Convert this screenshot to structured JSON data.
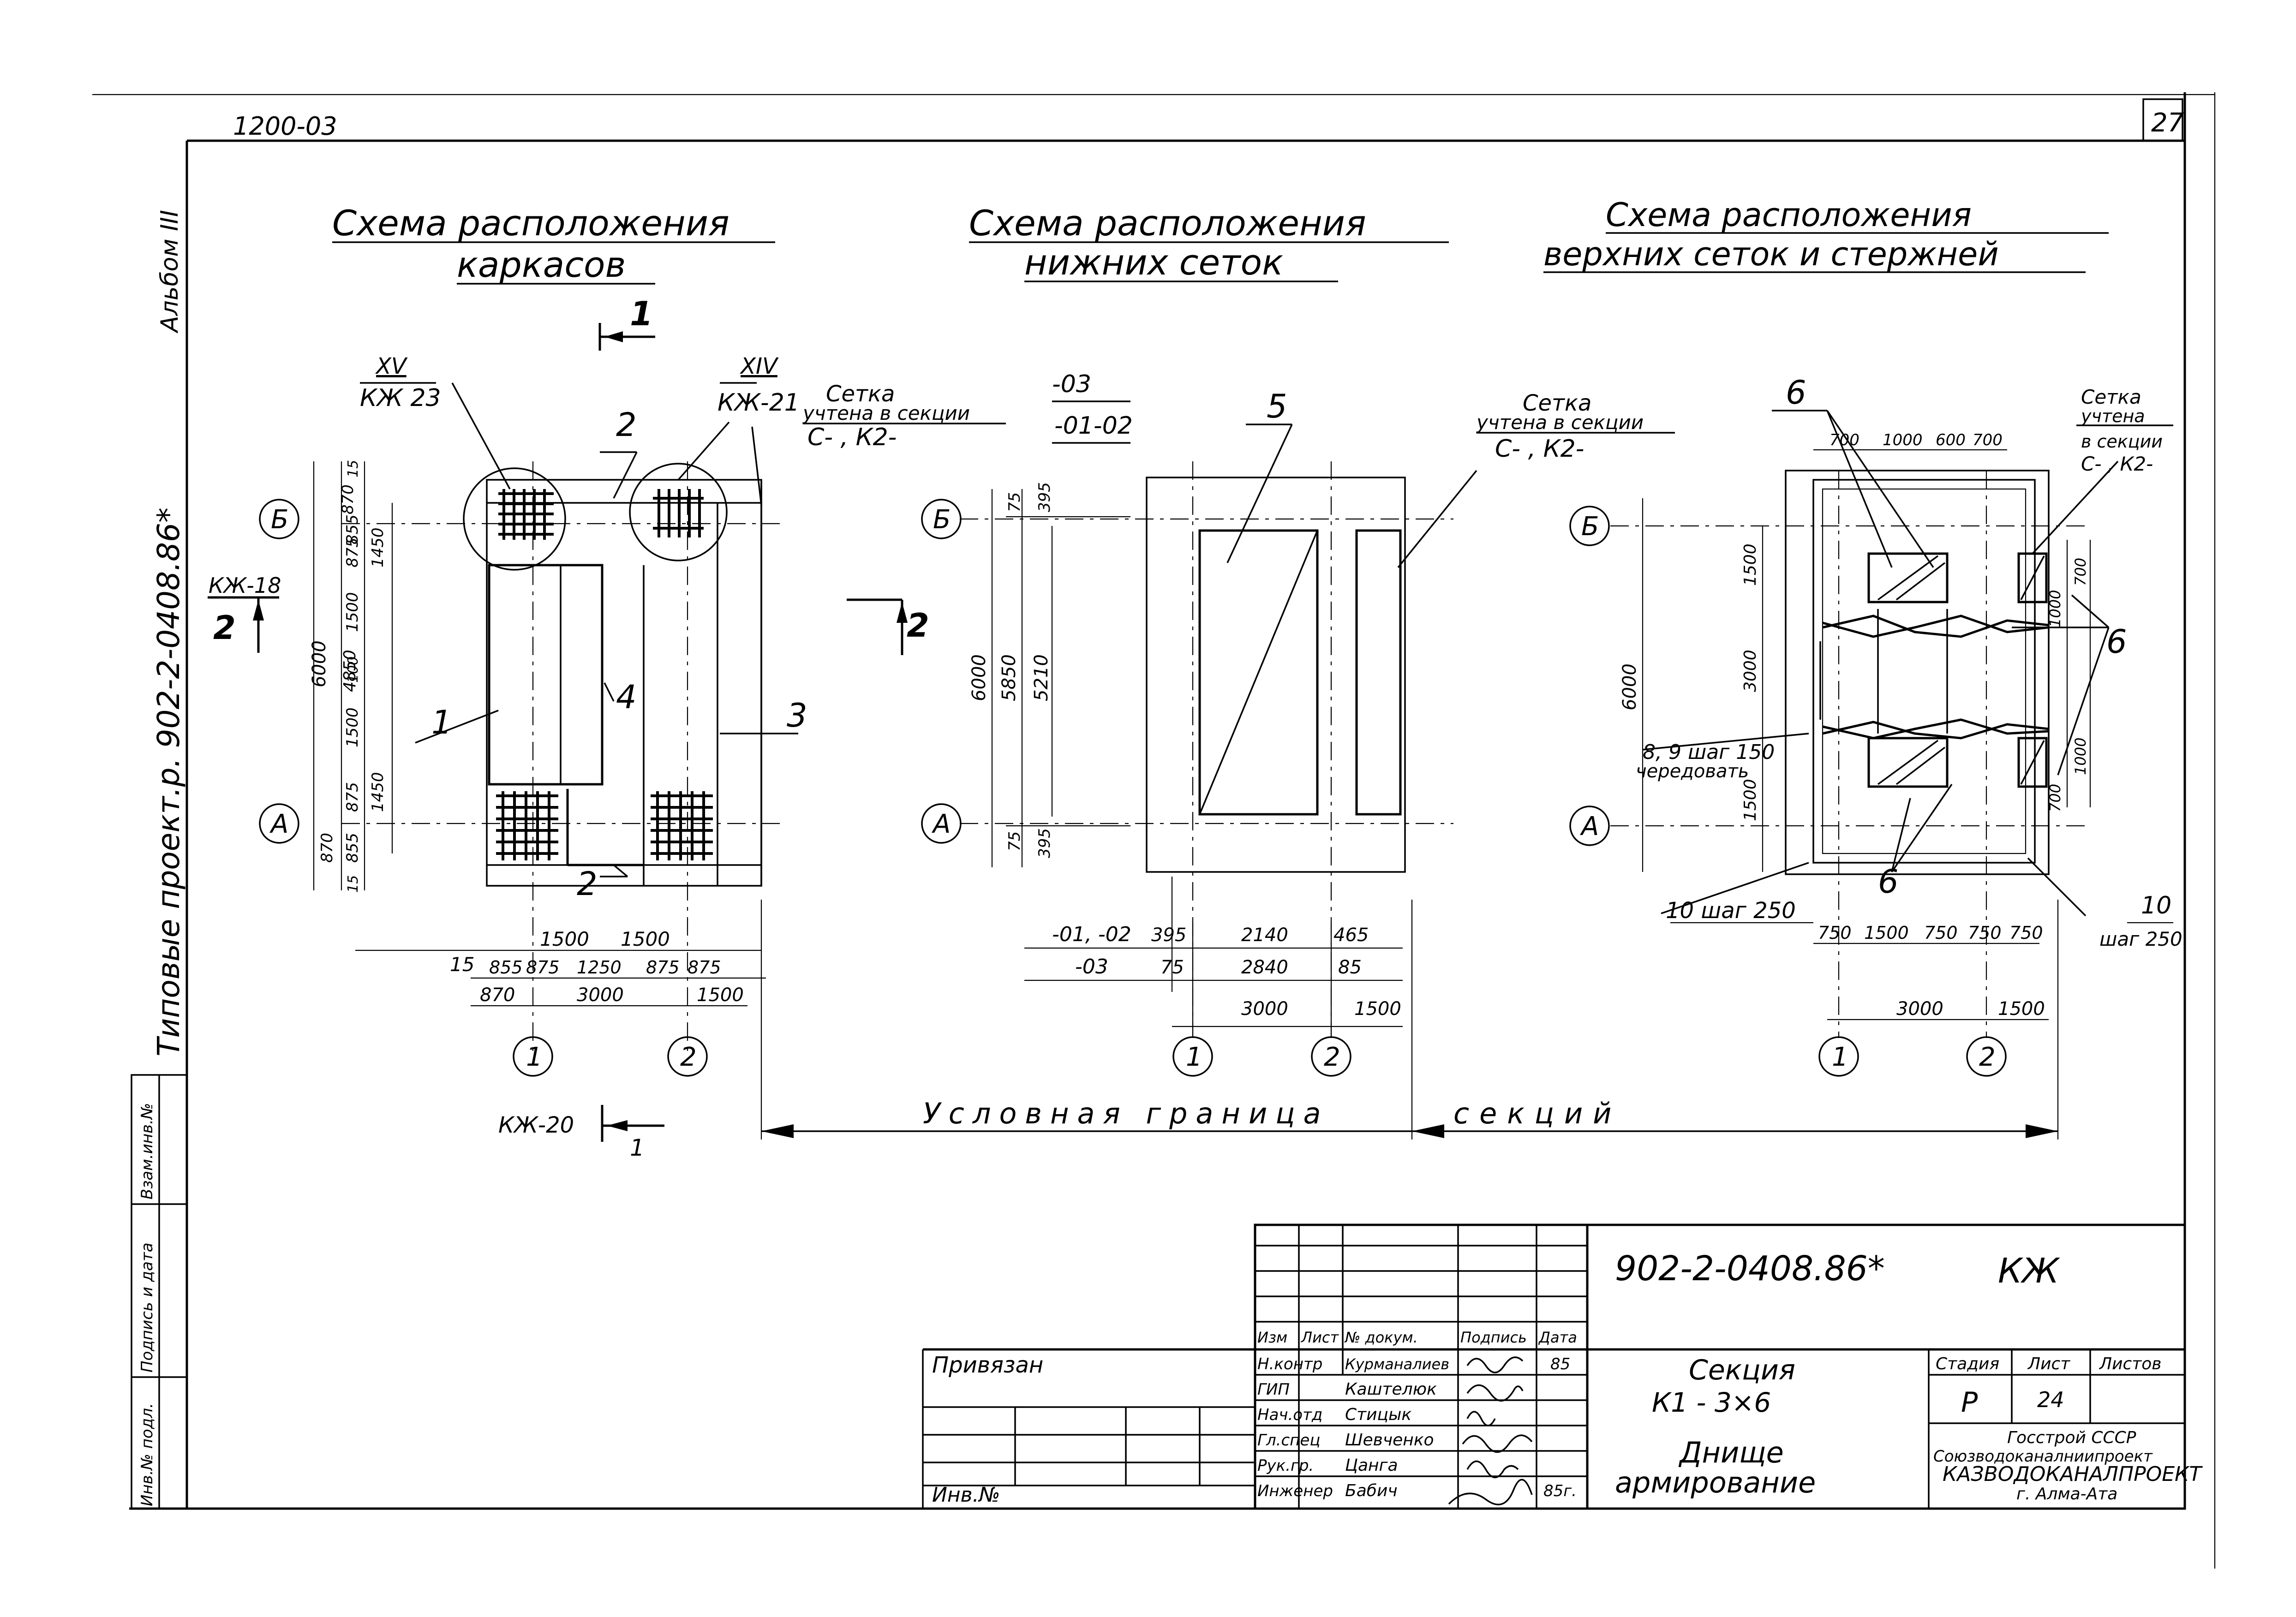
{
  "header": {
    "code_top": "1200-03",
    "sheet_no": "27",
    "side_album": "Альбом III",
    "side_project": "Типовые проект.р. 902-2-0408.86*"
  },
  "left_stamp": {
    "c1": "Инв.№ подл.",
    "c2": "Подпись и дата",
    "c3": "Взам.инв.№"
  },
  "titles": {
    "t1_l1": "Схема расположения",
    "t1_l2": "каркасов",
    "t2_l1": "Схема расположения",
    "t2_l2": "нижних сеток",
    "t3_l1": "Схема расположения",
    "t3_l2": "верхних сеток и стержней"
  },
  "axes": {
    "B": "Б",
    "A": "А",
    "one": "1",
    "two": "2"
  },
  "plan1": {
    "sec_mark_top": "1",
    "sec_mark_left": "2",
    "sec_mark_bottom": "1",
    "kzh23_roman": "XV",
    "kzh23": "КЖ 23",
    "kzh21_roman": "XIV",
    "kzh21": "КЖ-21",
    "kzh18": "КЖ-18",
    "kzh20": "КЖ-20",
    "note": [
      "Сетка",
      "учтена в секции",
      "С- , К2-"
    ],
    "callouts": [
      "1",
      "2",
      "3",
      "4",
      "2"
    ],
    "dims_left": [
      "870",
      "855",
      "15",
      "875",
      "1450",
      "1500",
      "100",
      "1500",
      "875",
      "1450",
      "870",
      "855",
      "15"
    ],
    "dims_outer": [
      "6000",
      "4850"
    ],
    "dims_bottom1": [
      "1500",
      "1500"
    ],
    "dims_bottom2": [
      "15",
      "855",
      "875",
      "1250",
      "875",
      "875"
    ],
    "dims_bottom3": [
      "870",
      "3000",
      "1500"
    ]
  },
  "plan2": {
    "mark_03": "-03",
    "mark_01_02": "-01-02",
    "callout": "5",
    "sec_mark": "2",
    "note": [
      "Сетка",
      "учтена в секции",
      "С- , К2-"
    ],
    "dims_left": [
      "75",
      "395",
      "6000",
      "5850",
      "5210",
      "75",
      "395"
    ],
    "row1": [
      "-01, -02",
      "395",
      "2140",
      "465"
    ],
    "row2": [
      "-03",
      "75",
      "2840",
      "85"
    ],
    "dims_bottom3": [
      "3000",
      "1500"
    ]
  },
  "plan3": {
    "callouts": [
      "6",
      "6",
      "6"
    ],
    "dims_top": [
      "700",
      "1000",
      "600",
      "700"
    ],
    "note": [
      "Сетка",
      "учтена",
      "в секции",
      "С- , К2-"
    ],
    "dims_left": [
      "6000",
      "1500",
      "3000",
      "1500"
    ],
    "step_note": [
      "8, 9 шаг 150",
      "чередовать"
    ],
    "rebar_note_left": "10 шаг 250",
    "rebar_note_right": [
      "10",
      "шаг 250"
    ],
    "dims_right": [
      "700",
      "1000",
      "1000",
      "700"
    ],
    "dims_bottom1": [
      "750",
      "1500",
      "750",
      "750",
      "750"
    ],
    "dims_bottom2": [
      "3000",
      "1500"
    ]
  },
  "boundary": {
    "text1": "Условная граница",
    "text2": "секций"
  },
  "stamp": {
    "code": "902-2-0408.86*",
    "mark": "КЖ",
    "privyazan": "Привязан",
    "inv": "Инв.№",
    "head": [
      "Изм",
      "Лист",
      "№ докум.",
      "Подпись",
      "Дата"
    ],
    "rows": [
      {
        "role": "Н.контр",
        "name": "Курманалиев",
        "date": "85"
      },
      {
        "role": "ГИП",
        "name": "Каштелюк",
        "date": ""
      },
      {
        "role": "Нач.отд",
        "name": "Стицык",
        "date": ""
      },
      {
        "role": "Гл.спец",
        "name": "Шевченко",
        "date": ""
      },
      {
        "role": "Рук.гр.",
        "name": "Цанга",
        "date": ""
      },
      {
        "role": "Инженер",
        "name": "Бабич",
        "date": "85г."
      }
    ],
    "title1": "Секция",
    "title2": "К1 - 3×6",
    "title3": "Днище",
    "title4": "армирование",
    "stage_h": "Стадия",
    "sheet_h": "Лист",
    "sheets_h": "Листов",
    "stage": "Р",
    "sheet": "24",
    "org1": "Госстрой СССР",
    "org2": "Союзводоканалниипроект",
    "org3": "КАЗВОДОКАНАЛПРОЕКТ",
    "org4": "г. Алма-Ата"
  }
}
